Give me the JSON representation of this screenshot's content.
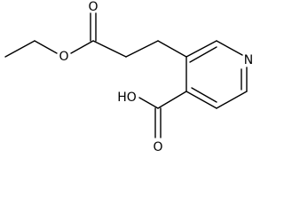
{
  "molecule": {
    "atoms": {
      "ester_o": "O",
      "carbonyl_o": "O",
      "ring_n": "N",
      "acid_oh": "HO",
      "acid_o": "O"
    }
  },
  "colors": {
    "bond": "#000000",
    "label": "#000000",
    "background": "#ffffff"
  }
}
